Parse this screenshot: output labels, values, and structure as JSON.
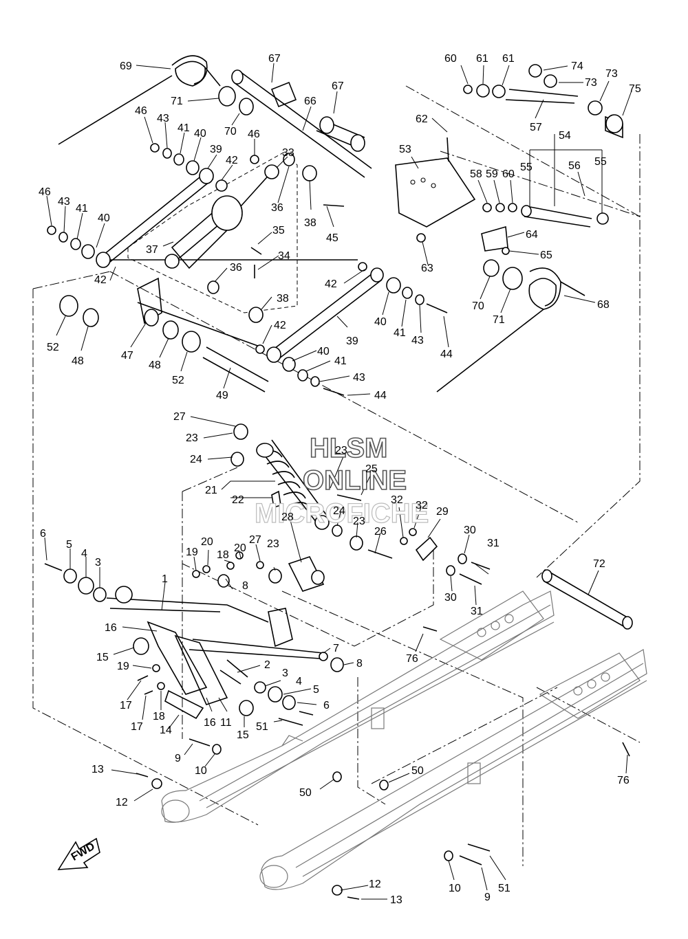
{
  "watermark": {
    "line1": "HLSM",
    "line2": "ONLINE",
    "line3": "MICROFICHE"
  },
  "fwd_label": "FWD",
  "callouts": [
    {
      "id": "69",
      "label": "69"
    },
    {
      "id": "67a",
      "label": "67"
    },
    {
      "id": "67b",
      "label": "67"
    },
    {
      "id": "66",
      "label": "66"
    },
    {
      "id": "71a",
      "label": "71"
    },
    {
      "id": "70a",
      "label": "70"
    },
    {
      "id": "46a",
      "label": "46"
    },
    {
      "id": "43a",
      "label": "43"
    },
    {
      "id": "41a",
      "label": "41"
    },
    {
      "id": "40a",
      "label": "40"
    },
    {
      "id": "39a",
      "label": "39"
    },
    {
      "id": "42a",
      "label": "42"
    },
    {
      "id": "46b",
      "label": "46"
    },
    {
      "id": "33",
      "label": "33"
    },
    {
      "id": "46c",
      "label": "46"
    },
    {
      "id": "43b",
      "label": "43"
    },
    {
      "id": "41b",
      "label": "41"
    },
    {
      "id": "40b",
      "label": "40"
    },
    {
      "id": "37",
      "label": "37"
    },
    {
      "id": "36a",
      "label": "36"
    },
    {
      "id": "38a",
      "label": "38"
    },
    {
      "id": "45",
      "label": "45"
    },
    {
      "id": "35",
      "label": "35"
    },
    {
      "id": "34",
      "label": "34"
    },
    {
      "id": "36b",
      "label": "36"
    },
    {
      "id": "42b",
      "label": "42"
    },
    {
      "id": "38b",
      "label": "38"
    },
    {
      "id": "42c",
      "label": "42"
    },
    {
      "id": "52a",
      "label": "52"
    },
    {
      "id": "48a",
      "label": "48"
    },
    {
      "id": "47",
      "label": "47"
    },
    {
      "id": "48b",
      "label": "48"
    },
    {
      "id": "52b",
      "label": "52"
    },
    {
      "id": "49",
      "label": "49"
    },
    {
      "id": "42d",
      "label": "42"
    },
    {
      "id": "40c",
      "label": "40"
    },
    {
      "id": "41c",
      "label": "41"
    },
    {
      "id": "43c",
      "label": "43"
    },
    {
      "id": "39b",
      "label": "39"
    },
    {
      "id": "44a",
      "label": "44"
    },
    {
      "id": "40d",
      "label": "40"
    },
    {
      "id": "41d",
      "label": "41"
    },
    {
      "id": "43d",
      "label": "43"
    },
    {
      "id": "44b",
      "label": "44"
    },
    {
      "id": "60a",
      "label": "60"
    },
    {
      "id": "61a",
      "label": "61"
    },
    {
      "id": "61b",
      "label": "61"
    },
    {
      "id": "74",
      "label": "74"
    },
    {
      "id": "73a",
      "label": "73"
    },
    {
      "id": "73b",
      "label": "73"
    },
    {
      "id": "75",
      "label": "75"
    },
    {
      "id": "57",
      "label": "57"
    },
    {
      "id": "62",
      "label": "62"
    },
    {
      "id": "53",
      "label": "53"
    },
    {
      "id": "54",
      "label": "54"
    },
    {
      "id": "55a",
      "label": "55"
    },
    {
      "id": "55b",
      "label": "55"
    },
    {
      "id": "56",
      "label": "56"
    },
    {
      "id": "58",
      "label": "58"
    },
    {
      "id": "59",
      "label": "59"
    },
    {
      "id": "60b",
      "label": "60"
    },
    {
      "id": "64",
      "label": "64"
    },
    {
      "id": "63",
      "label": "63"
    },
    {
      "id": "65",
      "label": "65"
    },
    {
      "id": "70b",
      "label": "70"
    },
    {
      "id": "71b",
      "label": "71"
    },
    {
      "id": "68",
      "label": "68"
    },
    {
      "id": "27a",
      "label": "27"
    },
    {
      "id": "23a",
      "label": "23"
    },
    {
      "id": "24a",
      "label": "24"
    },
    {
      "id": "23b",
      "label": "23"
    },
    {
      "id": "25",
      "label": "25"
    },
    {
      "id": "21",
      "label": "21"
    },
    {
      "id": "22",
      "label": "22"
    },
    {
      "id": "24b",
      "label": "24"
    },
    {
      "id": "23c",
      "label": "23"
    },
    {
      "id": "26",
      "label": "26"
    },
    {
      "id": "28",
      "label": "28"
    },
    {
      "id": "32a",
      "label": "32"
    },
    {
      "id": "32b",
      "label": "32"
    },
    {
      "id": "29",
      "label": "29"
    },
    {
      "id": "30a",
      "label": "30"
    },
    {
      "id": "31a",
      "label": "31"
    },
    {
      "id": "30b",
      "label": "30"
    },
    {
      "id": "31b",
      "label": "31"
    },
    {
      "id": "27b",
      "label": "27"
    },
    {
      "id": "23d",
      "label": "23"
    },
    {
      "id": "20a",
      "label": "20"
    },
    {
      "id": "19a",
      "label": "19"
    },
    {
      "id": "18a",
      "label": "18"
    },
    {
      "id": "20b",
      "label": "20"
    },
    {
      "id": "8a",
      "label": "8"
    },
    {
      "id": "6a",
      "label": "6"
    },
    {
      "id": "5a",
      "label": "5"
    },
    {
      "id": "4a",
      "label": "4"
    },
    {
      "id": "3a",
      "label": "3"
    },
    {
      "id": "1",
      "label": "1"
    },
    {
      "id": "16a",
      "label": "16"
    },
    {
      "id": "7",
      "label": "7"
    },
    {
      "id": "8b",
      "label": "8"
    },
    {
      "id": "15a",
      "label": "15"
    },
    {
      "id": "19b",
      "label": "19"
    },
    {
      "id": "2",
      "label": "2"
    },
    {
      "id": "3b",
      "label": "3"
    },
    {
      "id": "4b",
      "label": "4"
    },
    {
      "id": "5b",
      "label": "5"
    },
    {
      "id": "6b",
      "label": "6"
    },
    {
      "id": "17a",
      "label": "17"
    },
    {
      "id": "17b",
      "label": "17"
    },
    {
      "id": "18b",
      "label": "18"
    },
    {
      "id": "14",
      "label": "14"
    },
    {
      "id": "16b",
      "label": "16"
    },
    {
      "id": "11",
      "label": "11"
    },
    {
      "id": "15b",
      "label": "15"
    },
    {
      "id": "51a",
      "label": "51"
    },
    {
      "id": "9a",
      "label": "9"
    },
    {
      "id": "10a",
      "label": "10"
    },
    {
      "id": "13a",
      "label": "13"
    },
    {
      "id": "12a",
      "label": "12"
    },
    {
      "id": "50a",
      "label": "50"
    },
    {
      "id": "50b",
      "label": "50"
    },
    {
      "id": "72",
      "label": "72"
    },
    {
      "id": "76a",
      "label": "76"
    },
    {
      "id": "76b",
      "label": "76"
    },
    {
      "id": "10b",
      "label": "10"
    },
    {
      "id": "9b",
      "label": "9"
    },
    {
      "id": "51b",
      "label": "51"
    },
    {
      "id": "12b",
      "label": "12"
    },
    {
      "id": "13b",
      "label": "13"
    }
  ]
}
